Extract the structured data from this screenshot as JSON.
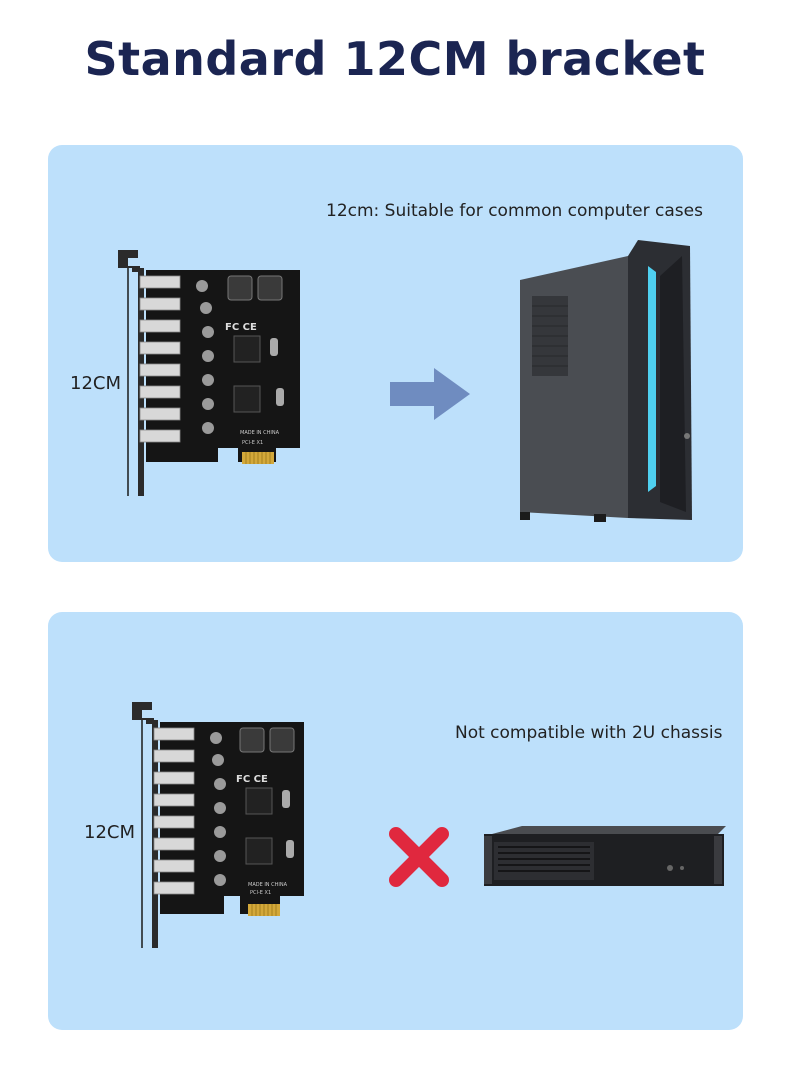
{
  "title": "Standard 12CM bracket",
  "panels": [
    {
      "caption": "12cm: Suitable for common computer cases",
      "dimension_label": "12CM",
      "indicator": "arrow-icon",
      "target": "tower-pc-case"
    },
    {
      "caption": "Not compatible with 2U chassis",
      "dimension_label": "12CM",
      "indicator": "cross-icon",
      "target": "2u-rack-chassis"
    }
  ],
  "card_silkscreen": {
    "cert": "FC CE",
    "pcie": "PCI-E X1",
    "made_in": "MADE IN CHINA"
  },
  "colors": {
    "title": "#1b2552",
    "panel_bg": "#bde0fb",
    "arrow": "#6f8cc0",
    "cross": "#e0283e"
  }
}
